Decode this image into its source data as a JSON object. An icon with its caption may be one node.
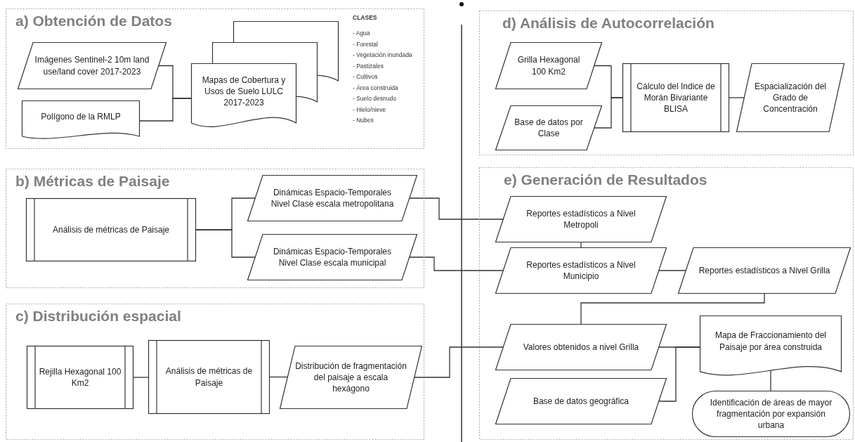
{
  "diagram": {
    "nodes": [
      {
        "text": [
          "a) Obtención de Datos"
        ]
      },
      {
        "text": [
          "Imágenes Sentinel-2 10m land use/land cover 2017-2023"
        ],
        "in": 0
      },
      {
        "text": [
          "Polígono de la RMLP"
        ],
        "in": 0
      },
      {
        "text": [
          "Mapas de Cobertura y Usos de Suelo LULC 2017-2023"
        ],
        "in": 0
      },
      {
        "text": [
          "d) Análisis de Autocorrelación"
        ]
      },
      {
        "text": [
          "Grilla Hexagonal 100 Km2"
        ],
        "in": 4
      },
      {
        "text": [
          "Base de datos por Clase"
        ],
        "in": 4
      },
      {
        "text": [
          "Cálculo del Indice de Morán Bivariante BLISA"
        ],
        "in": 4
      },
      {
        "text": [
          "Espacialización del Grado de Concentración"
        ],
        "in": 4
      },
      {
        "text": [
          "b) Métricas de Paisaje"
        ]
      },
      {
        "text": [
          "Análisis de métricas de Paisaje"
        ],
        "in": 9
      },
      {
        "text": [
          "Dinámicas Espacio-Temporales Nivel Clase escala metropolitana"
        ],
        "in": 9
      },
      {
        "text": [
          "Dinámicas Espacio-Temporales Nivel Clase escala municipal"
        ],
        "in": 9
      },
      {
        "text": [
          "c) Distribución espacial"
        ]
      },
      {
        "text": [
          "Rejilla Hexagonal 100 Km2"
        ],
        "in": 13
      },
      {
        "text": [
          "Análisis de métricas de Paisaje"
        ],
        "in": 13
      },
      {
        "text": [
          "Distribución de fragmentación del paisaje a escala hexágono"
        ],
        "in": 13
      },
      {
        "text": [
          "e) Generación de Resultados"
        ]
      },
      {
        "text": [
          "Reportes estadísticos a Nivel Metropoli"
        ],
        "in": 17
      },
      {
        "text": [
          "Reportes estadísticos a Nivel Municipio"
        ],
        "in": 17
      },
      {
        "text": [
          "Reportes estadísticos a Nivel Grilla"
        ],
        "in": 17
      },
      {
        "text": [
          "Valores obtenidos a nivel Grilla"
        ],
        "in": 17
      },
      {
        "text": [
          "Base de datos geográfica"
        ],
        "in": 17
      },
      {
        "text": [
          "Mapa de Fraccionamiento del Paisaje por área construida"
        ],
        "in": 17
      },
      {
        "text": [
          "Identificación de áreas de mayor fragmentación por expansión urbana"
        ],
        "in": 17
      }
    ],
    "edges": [
      {
        "from": 1,
        "to": 3,
        "arrow": "none"
      },
      {
        "from": 2,
        "to": 3,
        "arrow": "none"
      },
      {
        "from": 5,
        "to": 7,
        "arrow": "none"
      },
      {
        "from": 6,
        "to": 7,
        "arrow": "none"
      },
      {
        "from": 7,
        "to": 8,
        "arrow": "none"
      },
      {
        "from": 10,
        "to": 11,
        "arrow": "none"
      },
      {
        "from": 10,
        "to": 12,
        "arrow": "none"
      },
      {
        "from": 11,
        "to": 18,
        "arrow": "none"
      },
      {
        "from": 12,
        "to": 19,
        "arrow": "none"
      },
      {
        "from": 14,
        "to": 15,
        "arrow": "none"
      },
      {
        "from": 15,
        "to": 16,
        "arrow": "none"
      },
      {
        "from": 16,
        "to": 21,
        "arrow": "none"
      },
      {
        "from": 18,
        "to": 19,
        "arrow": "none"
      },
      {
        "from": 19,
        "to": 20,
        "arrow": "none"
      },
      {
        "from": 20,
        "to": 21,
        "arrow": "none"
      },
      {
        "from": 21,
        "to": 23,
        "arrow": "none"
      },
      {
        "from": 22,
        "to": 23,
        "arrow": "none"
      },
      {
        "from": 23,
        "to": 24,
        "arrow": "none"
      }
    ],
    "labels": [
      "CLASES",
      "- Agua",
      "- Forestal",
      "- Vegetación inundada",
      "- Pastizales",
      "- Cultivos",
      "- Área construida",
      "- Suelo desnudo",
      "- Hielo/nieve",
      "- Nubes"
    ]
  }
}
